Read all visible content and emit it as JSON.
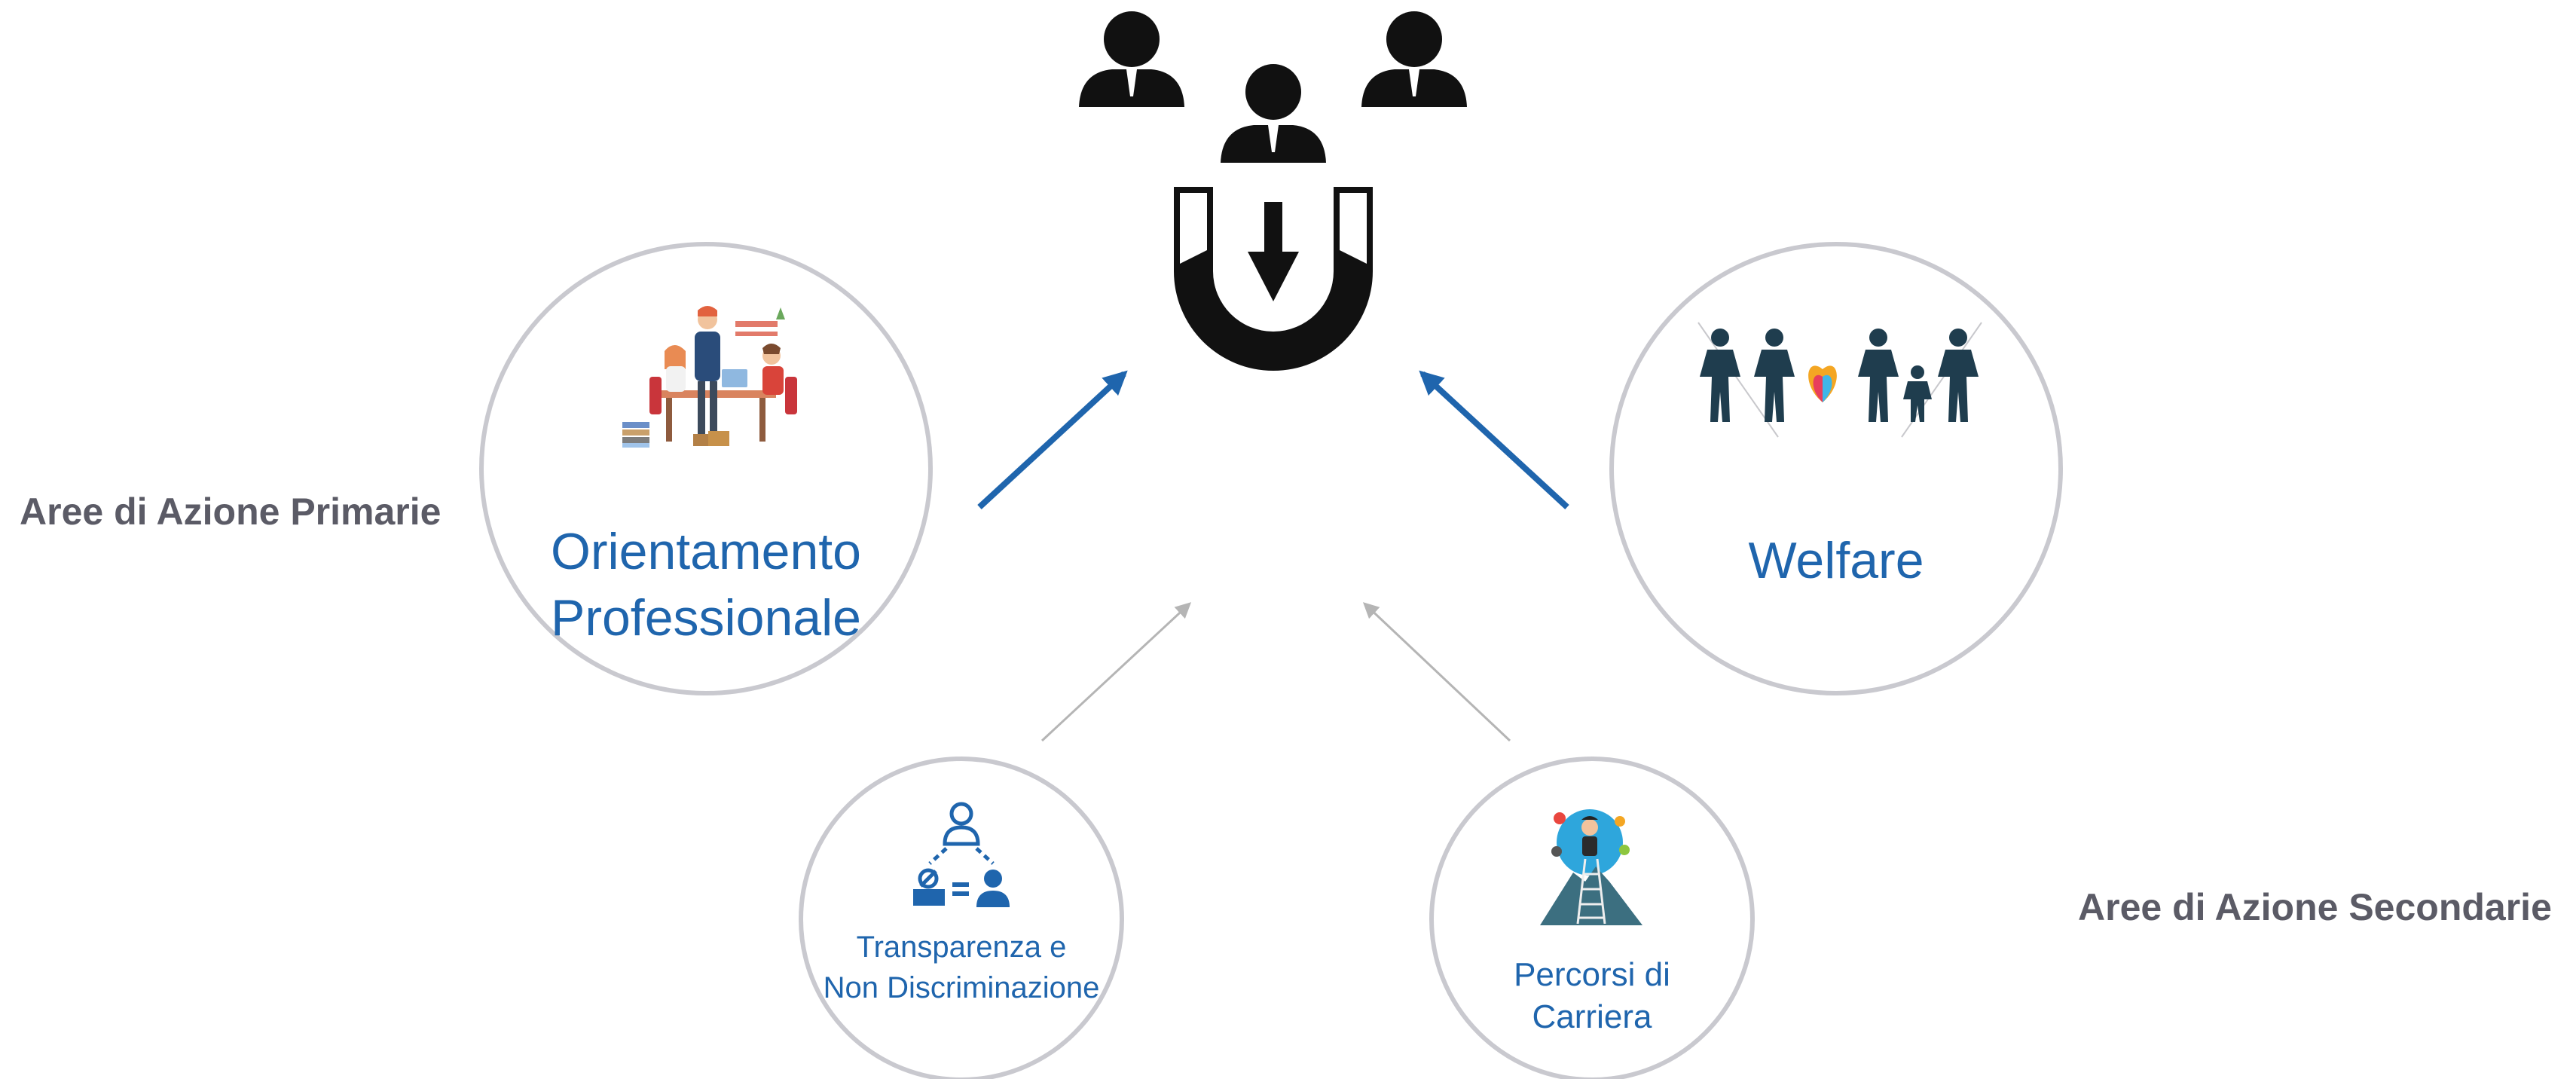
{
  "labels": {
    "primary": "Aree di Azione Primarie",
    "secondary": "Aree di Azione Secondarie"
  },
  "areas": {
    "orientamento": {
      "line1": "Orientamento",
      "line2": "Professionale"
    },
    "welfare": {
      "line1": "Welfare"
    },
    "trasparenza": {
      "line1": "Transparenza e",
      "line2": "Non Discriminazione"
    },
    "percorsi": {
      "line1": "Percorsi di",
      "line2": "Carriera"
    }
  },
  "icons": {
    "center": "magnet-attracting-people-icon",
    "orientamento": "team-meeting-illustration",
    "welfare": "family-chain-heart-illustration",
    "trasparenza": "equality-network-icon",
    "percorsi": "career-ladder-illustration"
  },
  "colors": {
    "primary_blue": "#1f65ad",
    "circle_border": "#c9c9cf",
    "side_label": "#5b5b66",
    "faint_arrow": "#b5b5b5",
    "icon_black": "#111111"
  }
}
